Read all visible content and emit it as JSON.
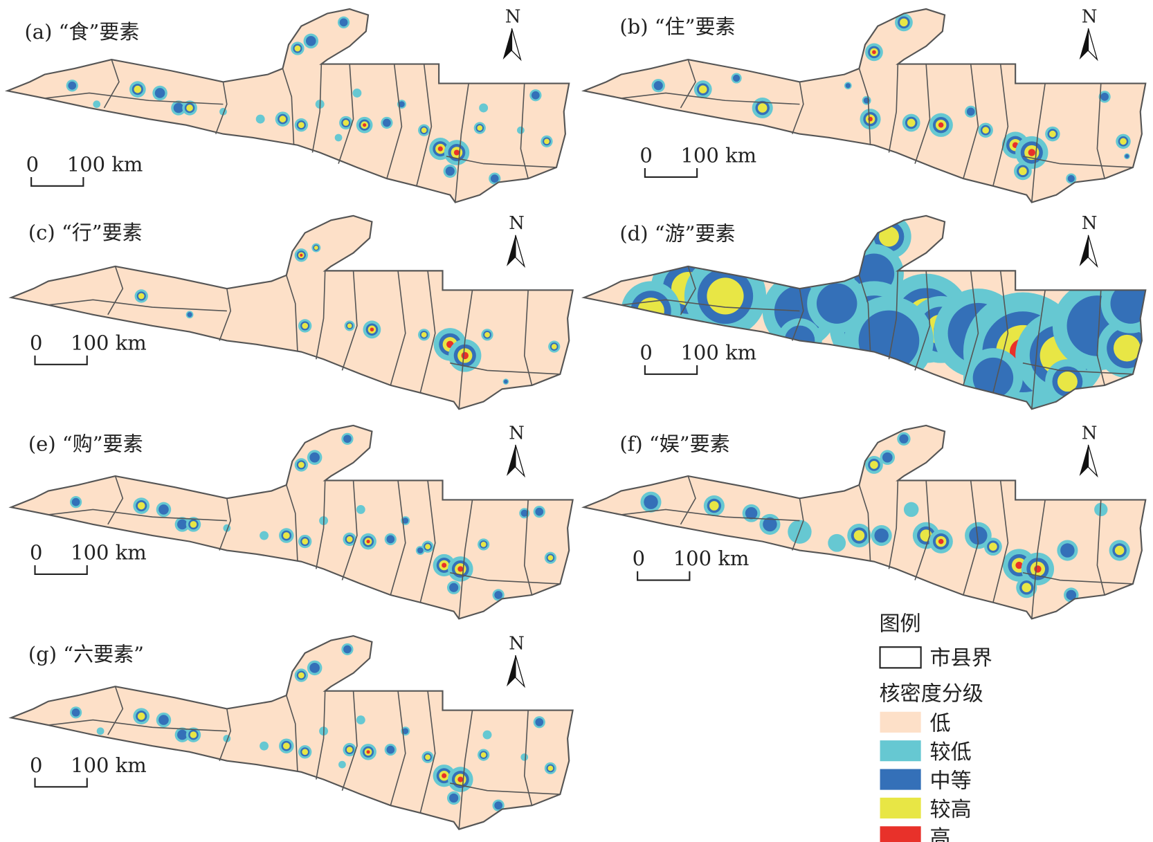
{
  "panels": [
    {
      "id": "a",
      "title": "(a) “食”要素"
    },
    {
      "id": "b",
      "title": "(b) “住”要素"
    },
    {
      "id": "c",
      "title": "(c) “行”要素"
    },
    {
      "id": "d",
      "title": "(d) “游”要素"
    },
    {
      "id": "e",
      "title": "(e) “购”要素"
    },
    {
      "id": "f",
      "title": "(f) “娱”要素"
    },
    {
      "id": "g",
      "title": "(g) “六要素”"
    }
  ],
  "scale_bar": {
    "zero": "0",
    "distance": "100 km"
  },
  "north_label": "N",
  "legend": {
    "title": "图例",
    "boundary_label": "市县界",
    "density_title": "核密度分级",
    "classes": [
      {
        "label": "低",
        "color": "#fde0c8"
      },
      {
        "label": "较低",
        "color": "#66c8d2"
      },
      {
        "label": "中等",
        "color": "#3470b8"
      },
      {
        "label": "较高",
        "color": "#e8e645"
      },
      {
        "label": "高",
        "color": "#e8312a"
      }
    ]
  }
}
